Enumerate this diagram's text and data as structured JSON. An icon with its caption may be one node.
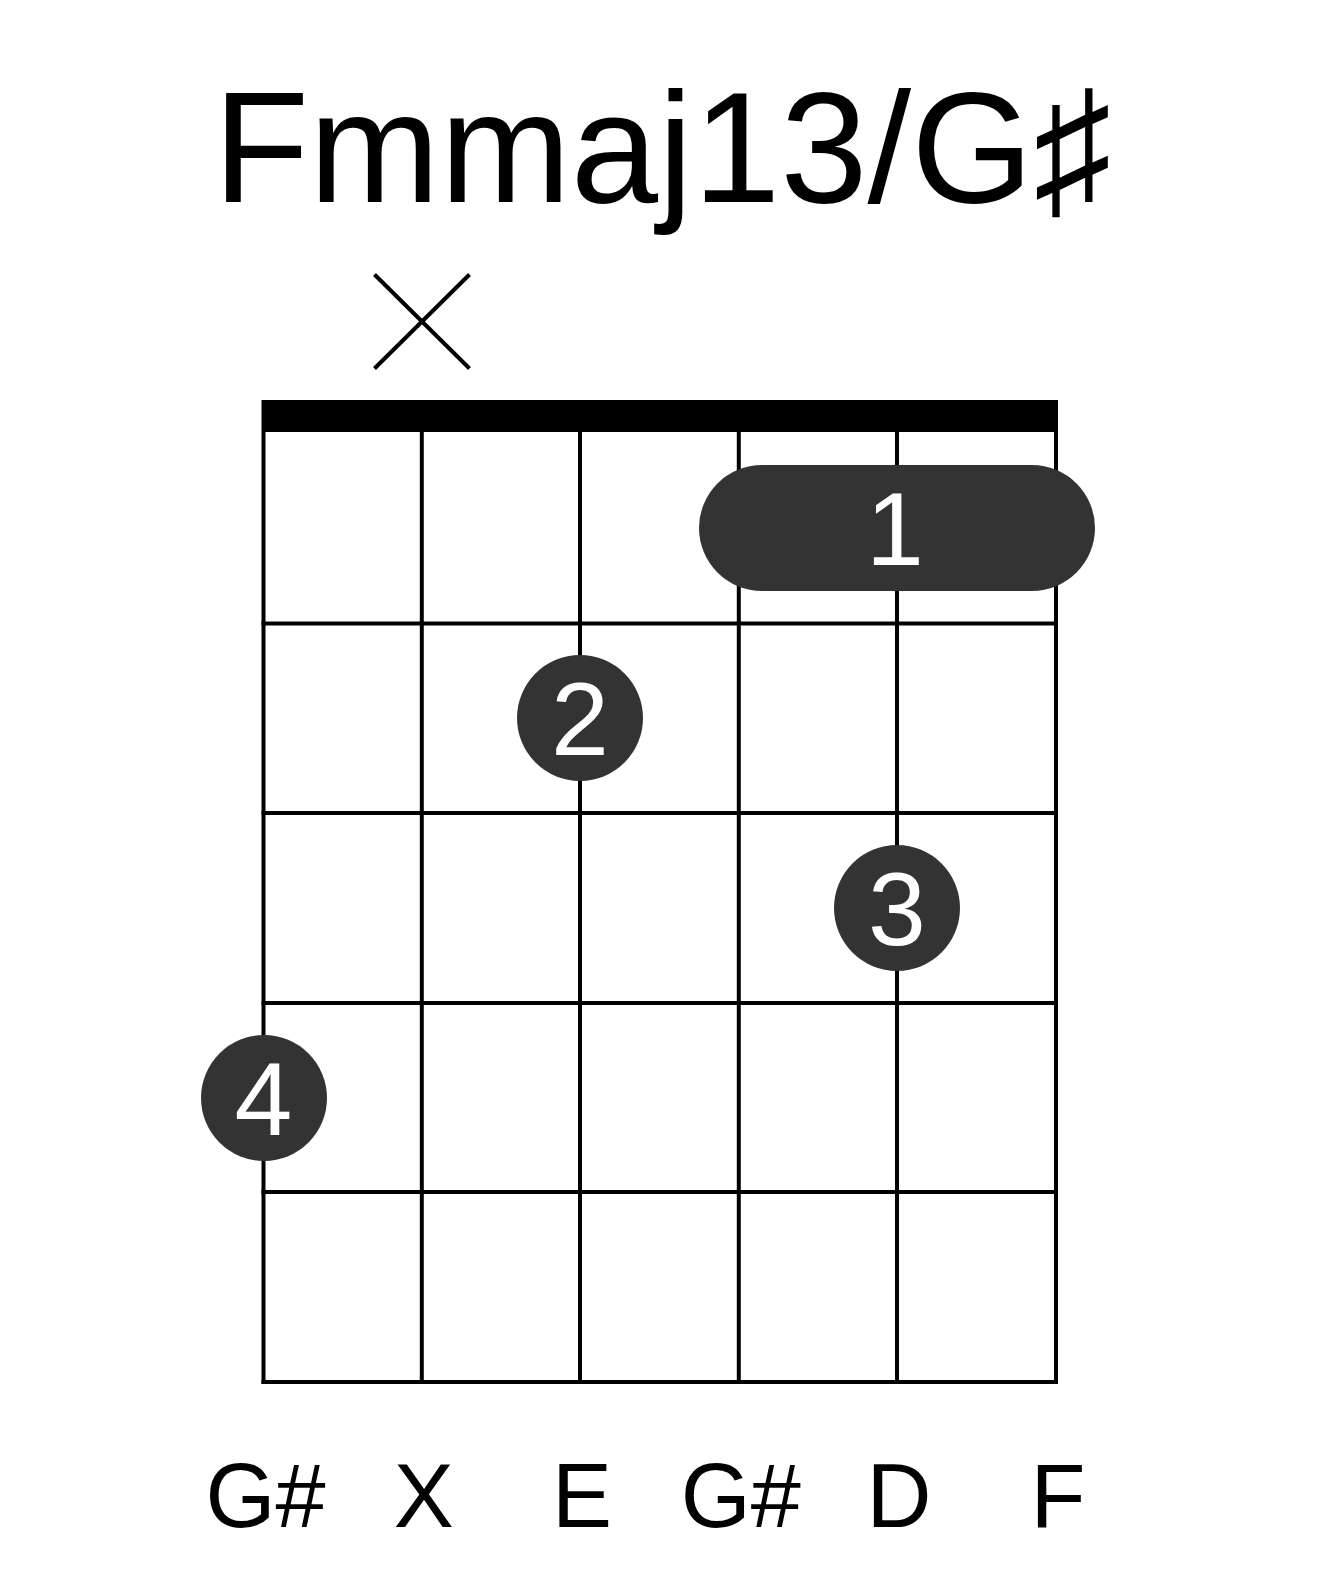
{
  "diagram": {
    "title": "Fmmaj13/G♯",
    "nodes": [
      {
        "text": [
          "1"
        ]
      },
      {
        "text": [
          "2"
        ]
      },
      {
        "text": [
          "3"
        ]
      },
      {
        "text": [
          "4"
        ]
      }
    ],
    "labels": [
      "G#",
      "X",
      "E",
      "G#",
      "D",
      "F"
    ]
  }
}
